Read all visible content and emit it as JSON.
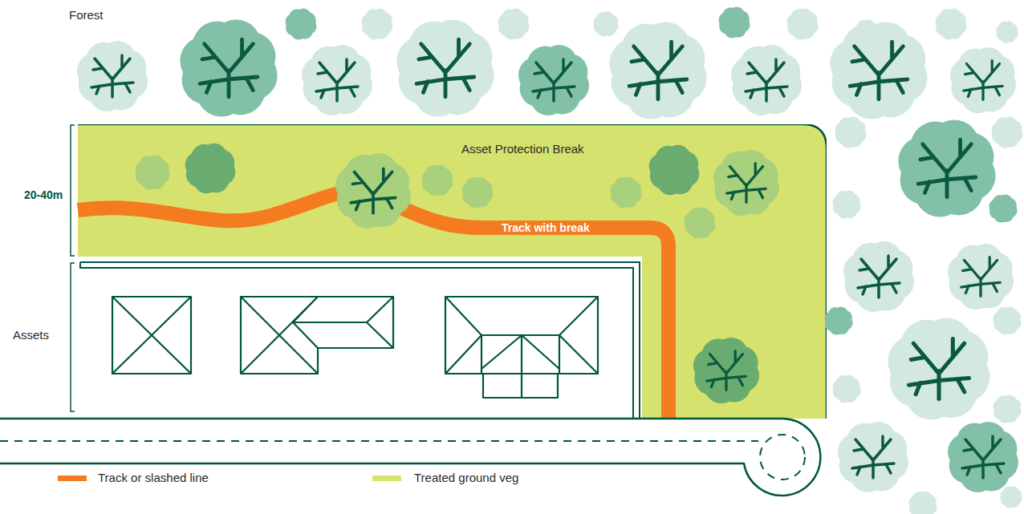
{
  "diagram": {
    "nodes": [
      {
        "text": [
          "Asset Protection Break"
        ]
      }
    ],
    "labels": [
      "Forest",
      "20-40m",
      "Track with break",
      "Assets"
    ],
    "legend": [
      {
        "text": "Track or slashed line",
        "color": "#f47b20"
      },
      {
        "text": "Treated ground veg",
        "color": "#d6e26e"
      }
    ]
  }
}
